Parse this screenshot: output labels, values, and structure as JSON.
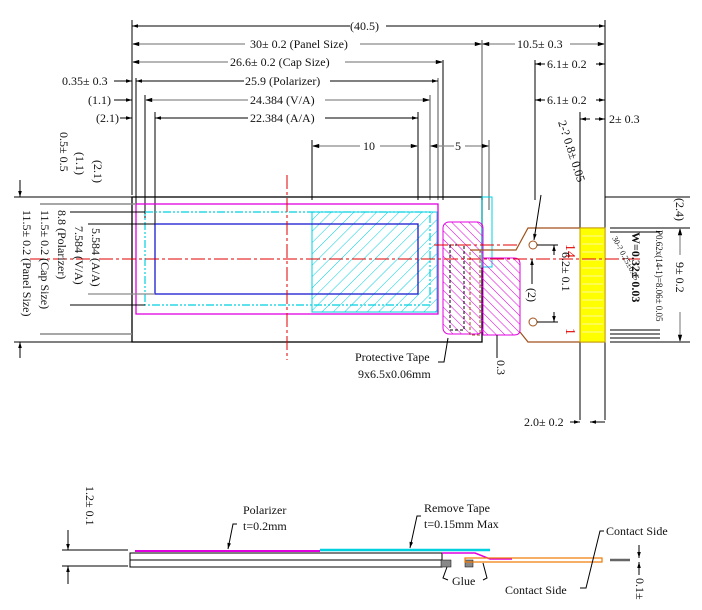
{
  "drawing": {
    "title": "OLED module outline drawing",
    "top_view": {
      "horizontal_dims": {
        "overall": "(40.5)",
        "panel_size": "30± 0.2 (Panel Size)",
        "fpc_length": "10.5± 0.3",
        "cap_size": "26.6± 0.2 (Cap Size)",
        "fpc_stiffener_top": "6.1± 0.2",
        "polarizer_offset": "0.35± 0.3",
        "polarizer": "25.9 (Polarizer)",
        "va_offset": "(1.1)",
        "va": "24.384 (V/A)",
        "fpc_stiffener_2": "6.1± 0.2",
        "aa_offset": "(2.1)",
        "aa": "22.384 (A/A)",
        "contact_width": "2± 0.3",
        "tape_ref_a": "10",
        "tape_ref_b": "5",
        "contact_bottom": "2.0± 0.2"
      },
      "vertical_dims": {
        "polarizer_offset": "0.5± 0.5",
        "va_offset": "(1.1)",
        "aa_offset": "(2.1)",
        "aa": "5.584 (A/A)",
        "va": "7.584 (V/A)",
        "polarizer": "8.8 (Polarizer)",
        "cap_size": "11.5± 0.2 (Cap Size)",
        "panel_size": "11.5± 0.2 (Panel Size)",
        "fpc_top_offset": "(2.4)",
        "fpc_width": "9± 0.2",
        "pitch": "P0.62x(14-1)=8.06± 0.05",
        "pin_width": "W=0.32± 0.03",
        "pad_length": "30-? 0.25±0.05",
        "hole_pitch": "6.2± 0.1",
        "hole_offset": "(2)",
        "hole_dia": "2-? 0.8± 0.05",
        "tape_gap": "0.3"
      },
      "pin_labels": {
        "first": "1",
        "last": "14"
      },
      "protective_tape": {
        "line1": "Protective Tape",
        "line2": "9x6.5x0.06mm"
      }
    },
    "side_view": {
      "thickness": "1.2± 0.1",
      "polarizer_label": "Polarizer",
      "polarizer_thickness": "t=0.2mm",
      "remove_tape_label": "Remove Tape",
      "remove_tape_thickness": "t=0.15mm Max",
      "glue_label": "Glue",
      "contact_side_top": "Contact Side",
      "contact_side_bottom": "Contact Side",
      "fpc_thickness": "0.1±"
    },
    "colors": {
      "panel": "#000000",
      "polarizer": "#e000e0",
      "cap_and_tape": "#00d0e0",
      "active_area": "#1a1ad0",
      "centerline": "#e00000",
      "fpc": "#a0501a",
      "contacts": "#ffff00"
    }
  }
}
